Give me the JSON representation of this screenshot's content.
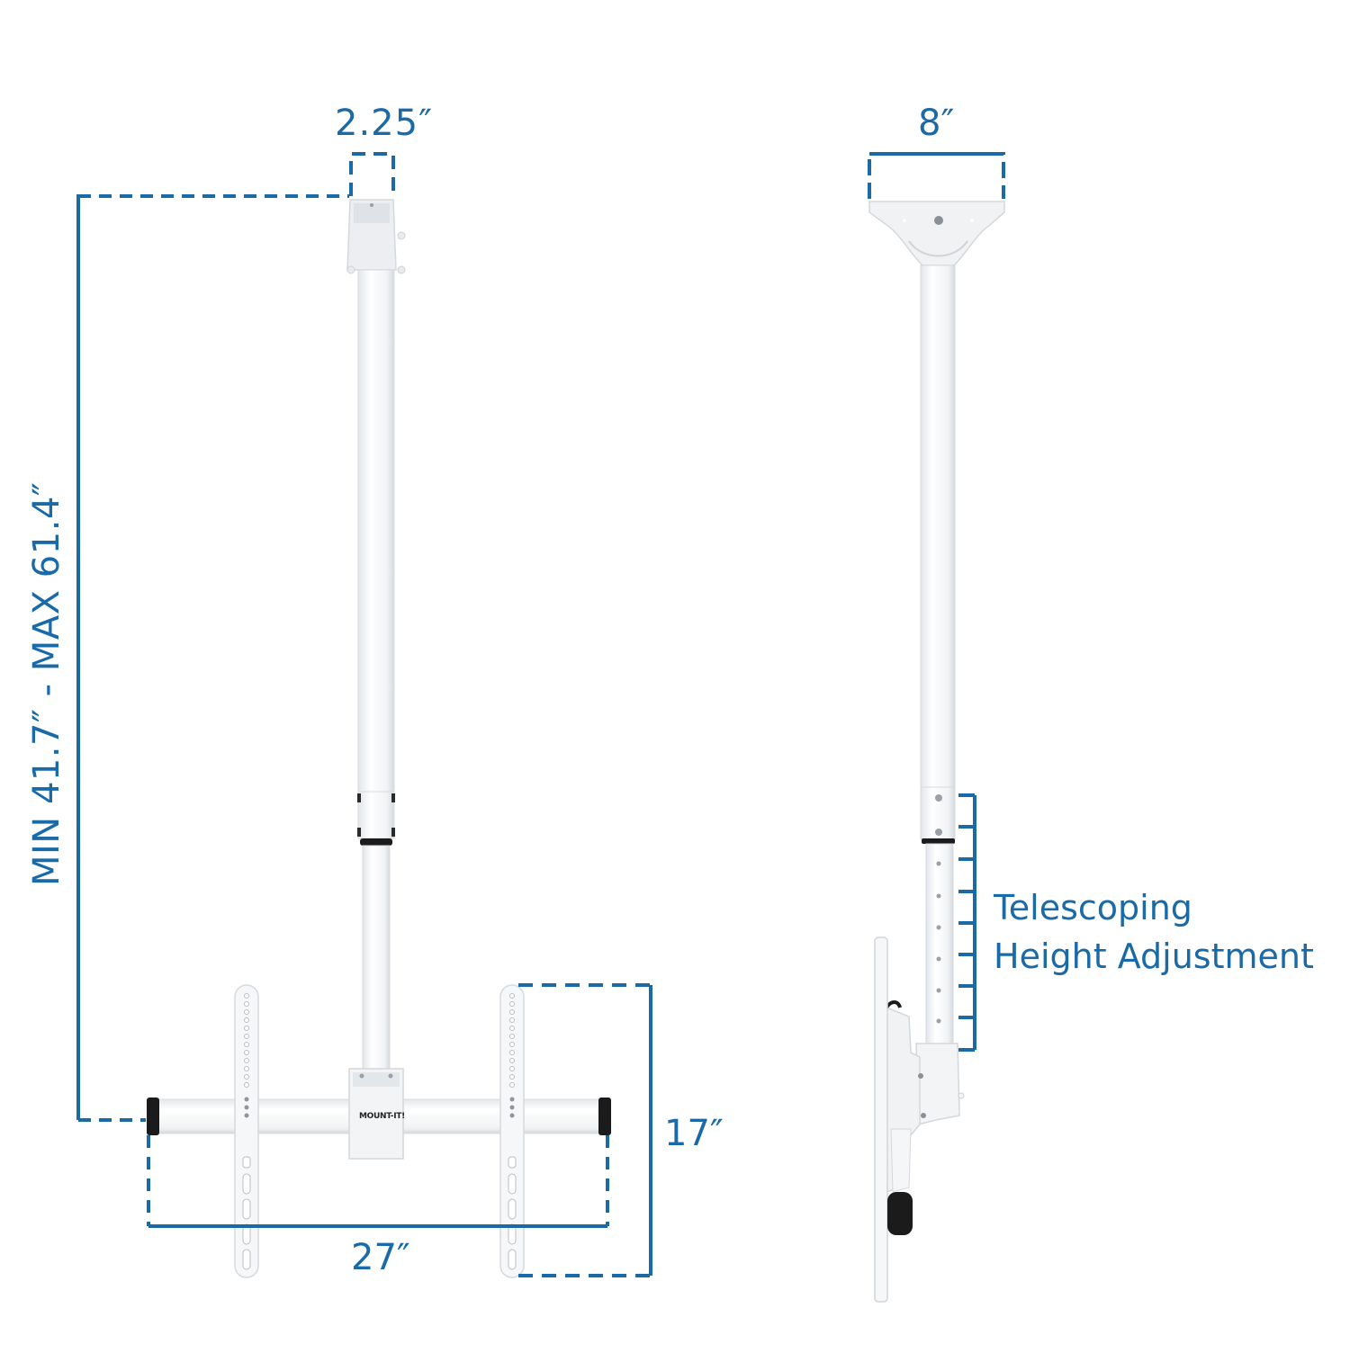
{
  "colors": {
    "dimension_blue": "#1a6aa8",
    "mount_white": "#f4f5f7",
    "mount_shadow": "#d9dce0",
    "end_cap_black": "#1b1b1b",
    "background": "#ffffff"
  },
  "front_view": {
    "top_plate_width_label": "2.25″",
    "height_range_label": "MIN 41.7″ - MAX 61.4″",
    "tv_bracket_height_label": "17″",
    "tv_arm_width_label": "27″",
    "brand_label": "MOUNT-IT!"
  },
  "side_view": {
    "ceiling_plate_width_label": "8″",
    "telescoping_label_line1": "Telescoping",
    "telescoping_label_line2": "Height Adjustment",
    "scale_ticks": 9
  }
}
